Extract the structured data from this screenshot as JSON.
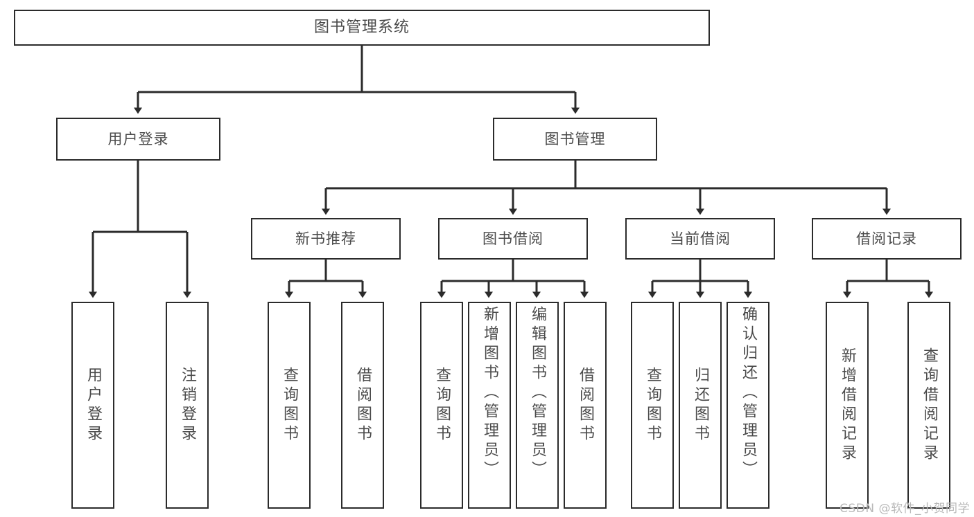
{
  "diagram": {
    "type": "tree",
    "title": "图书管理系统",
    "watermark": "CSDN @软件_小贺同学",
    "colors": {
      "box_border": "#2b2b2b",
      "box_fill": "#ffffff",
      "text": "#4a4a4a",
      "connector": "#2b2b2b",
      "watermark": "#b9b9b9"
    },
    "nodes": {
      "root": {
        "label": "图书管理系统"
      },
      "level2": [
        {
          "label": "用户登录"
        },
        {
          "label": "图书管理"
        }
      ],
      "level3": [
        {
          "label": "新书推荐"
        },
        {
          "label": "图书借阅"
        },
        {
          "label": "当前借阅"
        },
        {
          "label": "借阅记录"
        }
      ],
      "leaves": {
        "user_login": [
          {
            "label": "用户登录"
          },
          {
            "label": "注销登录"
          }
        ],
        "new_book_recommend": [
          {
            "label": "查询图书"
          },
          {
            "label": "借阅图书"
          }
        ],
        "book_borrow": [
          {
            "label": "查询图书"
          },
          {
            "label": "新增图书（管理员）"
          },
          {
            "label": "编辑图书（管理员）"
          },
          {
            "label": "借阅图书"
          }
        ],
        "current_borrow": [
          {
            "label": "查询图书"
          },
          {
            "label": "归还图书"
          },
          {
            "label": "确认归还（管理员）"
          }
        ],
        "borrow_record": [
          {
            "label": "新增借阅记录"
          },
          {
            "label": "查询借阅记录"
          }
        ]
      }
    }
  }
}
